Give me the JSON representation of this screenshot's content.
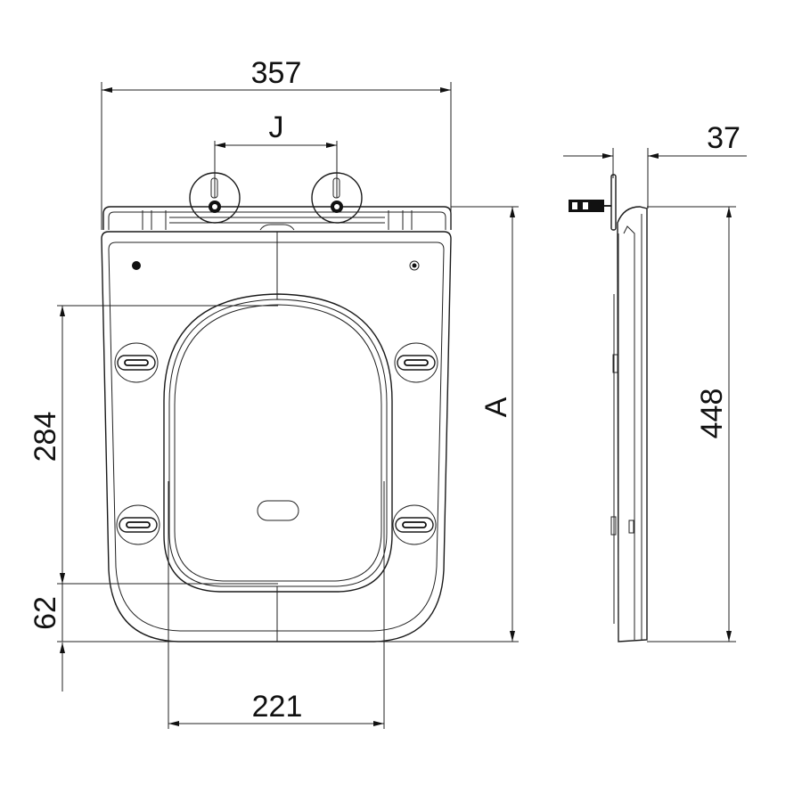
{
  "diagram": {
    "subject": "toilet seat dimension drawing",
    "views": [
      "top-view",
      "side-view"
    ],
    "units": "mm",
    "line_color": "#111111",
    "background": "#ffffff"
  },
  "dimensions": {
    "overall_width": {
      "label": "357",
      "value": 357
    },
    "hinge_spacing": {
      "label": "J"
    },
    "side_depth": {
      "label": "37",
      "value": 37
    },
    "seat_length": {
      "label": "A"
    },
    "side_length": {
      "label": "448",
      "value": 448
    },
    "inner_opening_length": {
      "label": "284",
      "value": 284
    },
    "front_rim": {
      "label": "62",
      "value": 62
    },
    "inner_opening_width": {
      "label": "221",
      "value": 221
    }
  }
}
